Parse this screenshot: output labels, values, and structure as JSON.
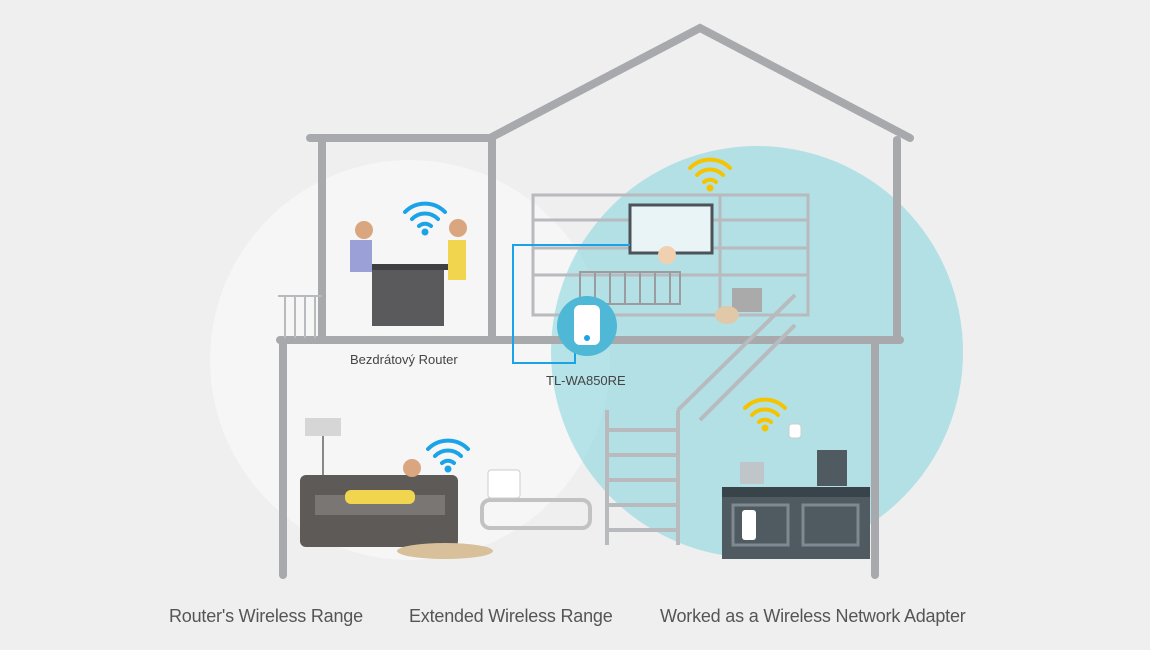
{
  "labels": {
    "router": "Bezdrátový Router",
    "extender": "TL-WA850RE"
  },
  "legend": [
    {
      "text": "Router's Wireless Range"
    },
    {
      "text": "Extended Wireless Range"
    },
    {
      "text": "Worked as a Wireless Network Adapter"
    }
  ],
  "colors": {
    "background": "#efefef",
    "house_lines": "#a7a9ac",
    "router_range": "#ffffff",
    "extended_range": "#7fd3dc",
    "wifi_blue": "#1aa3e8",
    "wifi_yellow": "#f5c400"
  }
}
